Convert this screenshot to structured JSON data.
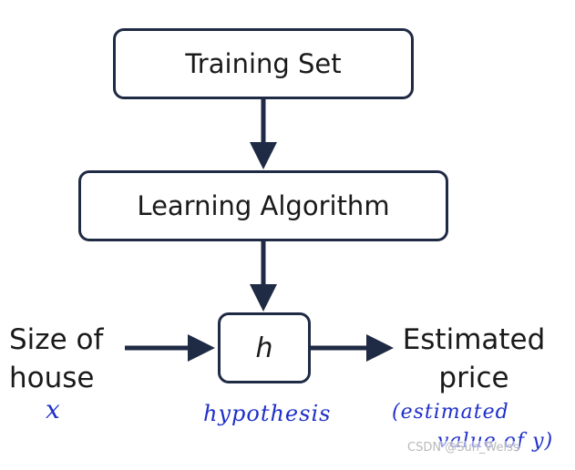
{
  "diagram": {
    "nodes": {
      "training_set": "Training Set",
      "learning_algorithm": "Learning Algorithm",
      "hypothesis_box": "h"
    },
    "input_label": [
      "Size of",
      "house"
    ],
    "output_label": [
      "Estimated",
      "price"
    ],
    "annotations": {
      "input_symbol": "x",
      "hypothesis": "hypothesis",
      "estimated": "(estimated",
      "value": "value of y)"
    },
    "watermark": "CSDN @Sun_Weiss"
  },
  "colors": {
    "box_border": "#1f2a44",
    "arrow": "#1f2a44",
    "handwriting": "#1e2fc9"
  }
}
